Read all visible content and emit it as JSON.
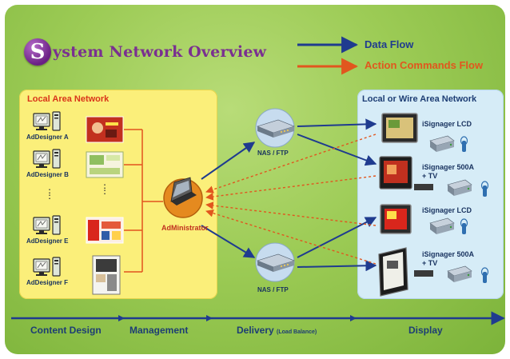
{
  "title": {
    "initial": "S",
    "rest": "ystem Network Overview"
  },
  "legend": {
    "data_flow": "Data Flow",
    "action_flow": "Action Commands Flow",
    "data_color": "#1f3b8f",
    "action_color": "#e1561e"
  },
  "lan": {
    "title": "Local Area Network",
    "designers": [
      "AdDesigner A",
      "AdDesigner B",
      "AdDesigner E",
      "AdDesigner F"
    ],
    "ellipsis": ":"
  },
  "admin": {
    "label": "AdMinistrator"
  },
  "nas": {
    "top_label": "NAS / FTP",
    "bottom_label": "NAS / FTP"
  },
  "wan": {
    "title": "Local or Wire Area Network",
    "products": [
      {
        "line1": "iSignager LCD",
        "line2": ""
      },
      {
        "line1": "iSignager 500A",
        "line2": "+ TV"
      },
      {
        "line1": "iSignager LCD",
        "line2": ""
      },
      {
        "line1": "iSignager 500A",
        "line2": "+ TV"
      }
    ]
  },
  "stages": {
    "content_design": "Content Design",
    "management": "Management",
    "delivery": "Delivery",
    "delivery_note": "(Load Balance)",
    "display": "Display"
  }
}
